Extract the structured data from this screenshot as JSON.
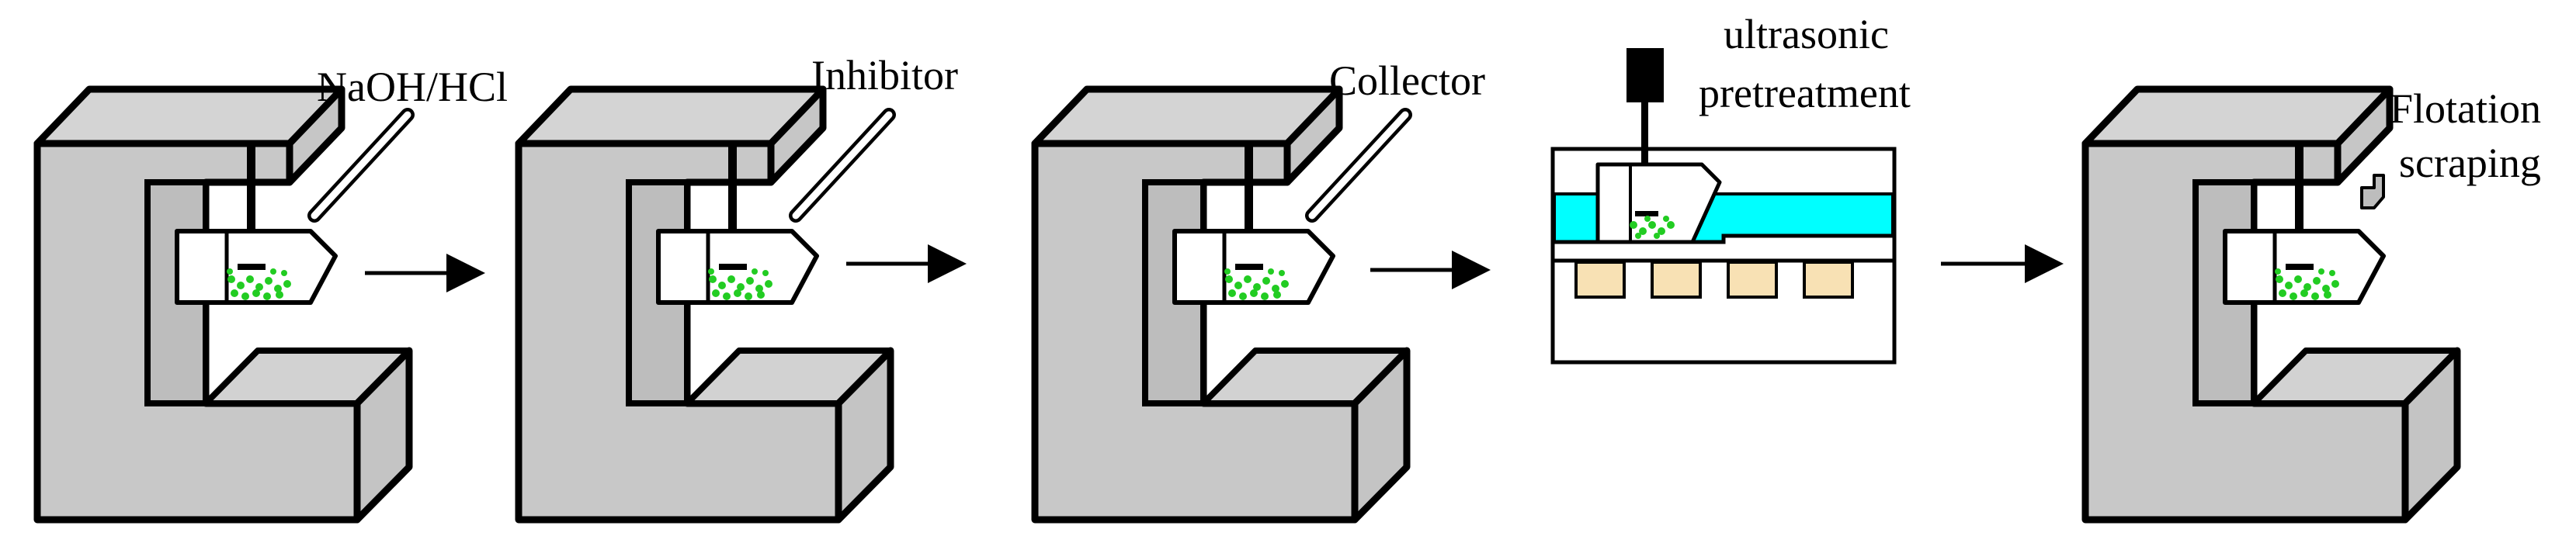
{
  "labels": {
    "step1": "NaOH/HCl",
    "step2": "Inhibitor",
    "step3": "Collector",
    "step4_line1": "ultrasonic",
    "step4_line2": "pretreatment",
    "step5_line1": "Flotation",
    "step5_line2": "scraping"
  },
  "colors": {
    "frame": "#c8c8c8",
    "frame_top": "#d4d4d4",
    "outline": "#000000",
    "particles": "#22cc22",
    "water": "#00ffff",
    "transducer": "#f8e1b4",
    "background": "#ffffff"
  }
}
